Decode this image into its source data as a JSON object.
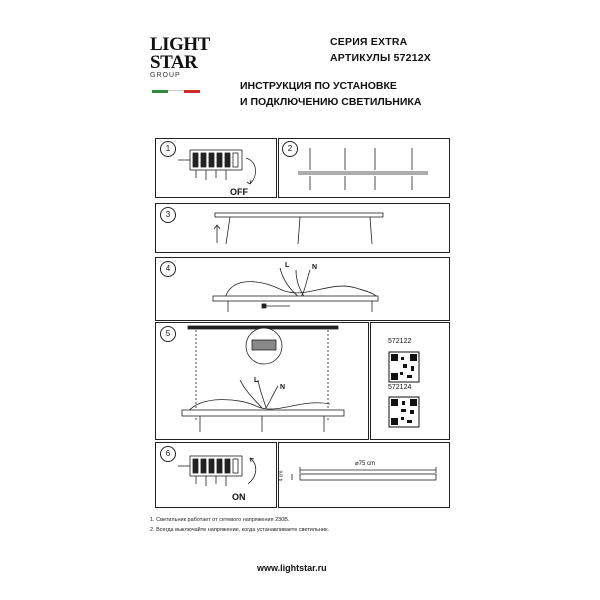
{
  "header": {
    "logo_line1": "LIGHT",
    "logo_line2": "STAR",
    "logo_group": "GROUP",
    "series": "СЕРИЯ EXTRA",
    "articles": "АРТИКУЛЫ 57212X",
    "title_line1": "ИНСТРУКЦИЯ ПО УСТАНОВКЕ",
    "title_line2": "И ПОДКЛЮЧЕНИЮ СВЕТИЛЬНИКА"
  },
  "steps": [
    {
      "number": "1",
      "label": "OFF"
    },
    {
      "number": "2"
    },
    {
      "number": "3"
    },
    {
      "number": "4"
    },
    {
      "number": "5"
    },
    {
      "number": "6",
      "label": "ON"
    }
  ],
  "wires": {
    "phase": "L",
    "neutral": "N"
  },
  "qr_codes": [
    {
      "article": "572122"
    },
    {
      "article": "572124"
    }
  ],
  "dimensions": {
    "diameter": "⌀75 cm",
    "height": "4 cm"
  },
  "notes": [
    "1. Светильник работает от сетевого напряжения 230В.",
    "2. Всегда выключайте напряжение, когда устанавливаете светильник."
  ],
  "footer": {
    "url": "www.lightstar.ru"
  },
  "colors": {
    "line": "#222222",
    "flag_green": "#2e8b3e",
    "flag_red": "#cf2a2a"
  }
}
